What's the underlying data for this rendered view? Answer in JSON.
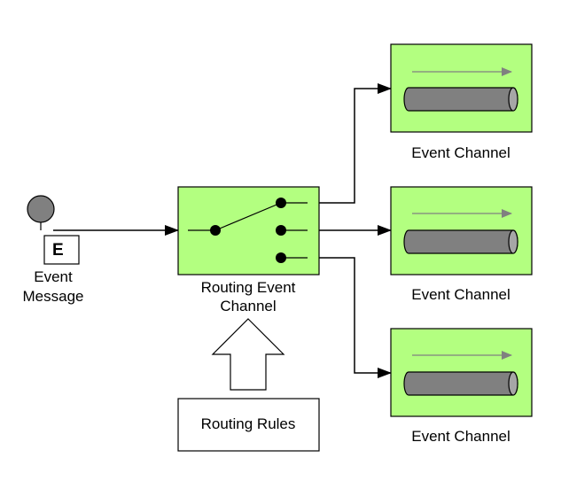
{
  "colors": {
    "box_fill": "#b3ff80",
    "stroke": "#000000",
    "pipe_fill": "#808080",
    "pipe_end_fill": "#a6a6a6",
    "flow_arrow": "#808080",
    "event_dot": "#808080"
  },
  "event_message": {
    "glyph": "E",
    "label_line1": "Event",
    "label_line2": "Message"
  },
  "router": {
    "label_line1": "Routing Event",
    "label_line2": "Channel"
  },
  "rules": {
    "label": "Routing Rules"
  },
  "channels": [
    {
      "label": "Event Channel"
    },
    {
      "label": "Event Channel"
    },
    {
      "label": "Event Channel"
    }
  ]
}
